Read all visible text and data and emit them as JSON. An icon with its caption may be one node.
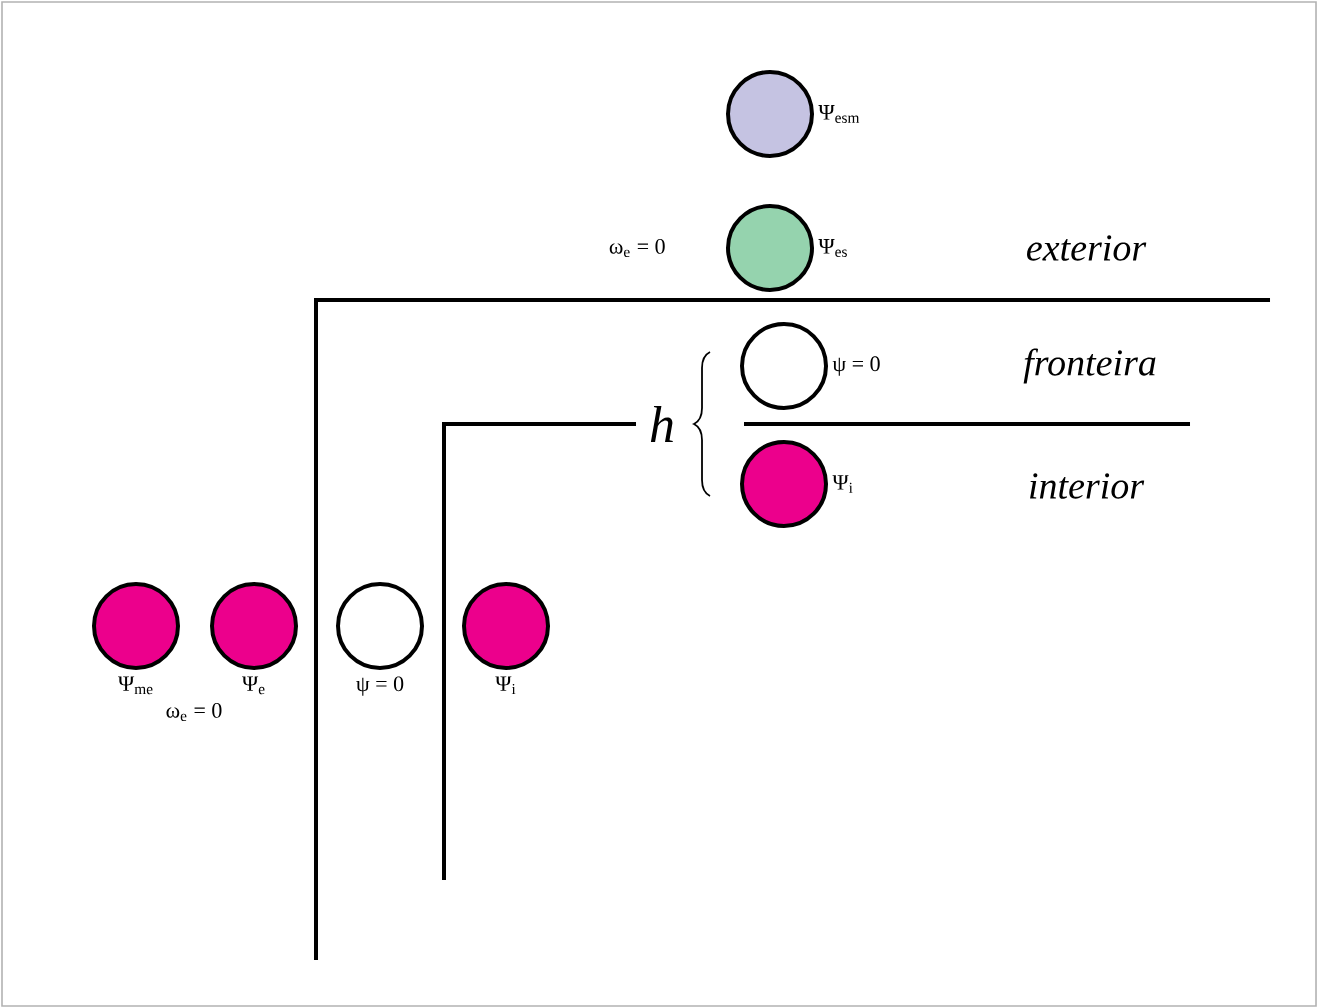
{
  "diagram": {
    "nodes": [
      {
        "text": [],
        "shape": "circle",
        "beside": [
          "Ψ$_{esm}$"
        ]
      },
      {
        "text": [],
        "shape": "circle",
        "beside": [
          "Ψ$_{es}$"
        ]
      },
      {
        "text": [],
        "shape": "circle",
        "beside": [
          "ψ = 0"
        ]
      },
      {
        "text": [],
        "shape": "circle",
        "beside": [
          "Ψ$_{i}$"
        ]
      },
      {
        "text": [],
        "shape": "circle",
        "beside": [
          "Ψ$_{me}$"
        ]
      },
      {
        "text": [],
        "shape": "circle",
        "beside": [
          "Ψ$_{e}$"
        ]
      },
      {
        "text": [],
        "shape": "circle",
        "beside": [
          "ψ = 0"
        ]
      },
      {
        "text": [],
        "shape": "circle",
        "beside": [
          "Ψ$_{i}$"
        ]
      }
    ],
    "labels": [
      "ω$_{e}$ = 0",
      "exterior",
      "fronteira",
      "h",
      "interior",
      "ω$_{e}$ = 0"
    ]
  }
}
